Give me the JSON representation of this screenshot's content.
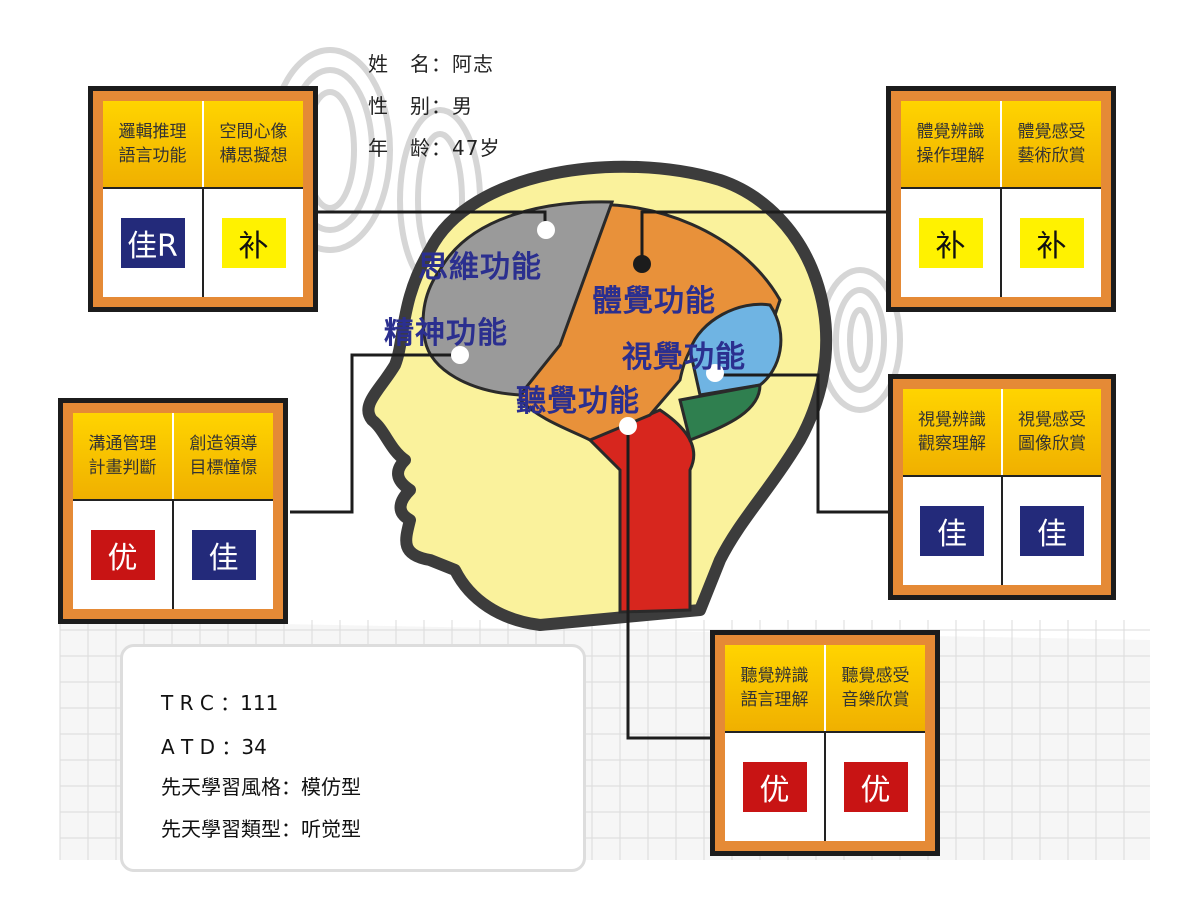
{
  "profile": {
    "name_label": "姓　名：",
    "name": "阿志",
    "gender_label": "性　别：",
    "gender": "男",
    "age_label": "年　龄：",
    "age": "47岁"
  },
  "regions": {
    "thinking": "思維功能",
    "spirit": "精神功能",
    "body": "體覺功能",
    "visual": "視覺功能",
    "hearing": "聽覺功能"
  },
  "cards": {
    "logic": {
      "left_top": [
        "邏輯推理",
        "語言功能"
      ],
      "right_top": [
        "空間心像",
        "構思擬想"
      ],
      "left_grade": "佳R",
      "right_grade": "补"
    },
    "body": {
      "left_top": [
        "體覺辨識",
        "操作理解"
      ],
      "right_top": [
        "體覺感受",
        "藝術欣賞"
      ],
      "left_grade": "补",
      "right_grade": "补"
    },
    "management": {
      "left_top": [
        "溝通管理",
        "計畫判斷"
      ],
      "right_top": [
        "創造領導",
        "目標憧憬"
      ],
      "left_grade": "优",
      "right_grade": "佳"
    },
    "visual": {
      "left_top": [
        "視覺辨識",
        "觀察理解"
      ],
      "right_top": [
        "視覺感受",
        "圖像欣賞"
      ],
      "left_grade": "佳",
      "right_grade": "佳"
    },
    "hearing": {
      "left_top": [
        "聽覺辨識",
        "語言理解"
      ],
      "right_top": [
        "聽覺感受",
        "音樂欣賞"
      ],
      "left_grade": "优",
      "right_grade": "优"
    }
  },
  "stats": {
    "trc": "T R C ：111",
    "atd": "A T D ：34",
    "style": "先天學習風格：模仿型",
    "type": "先天學習類型：听觉型"
  },
  "colors": {
    "card_frame": "#e58a36",
    "card_header": "#ffd400",
    "grade_good": "#232a7a",
    "grade_excellent": "#c81414",
    "grade_supplement": "#fff200",
    "head_skin": "#faf29c",
    "region_text": "#2b2f8f"
  }
}
